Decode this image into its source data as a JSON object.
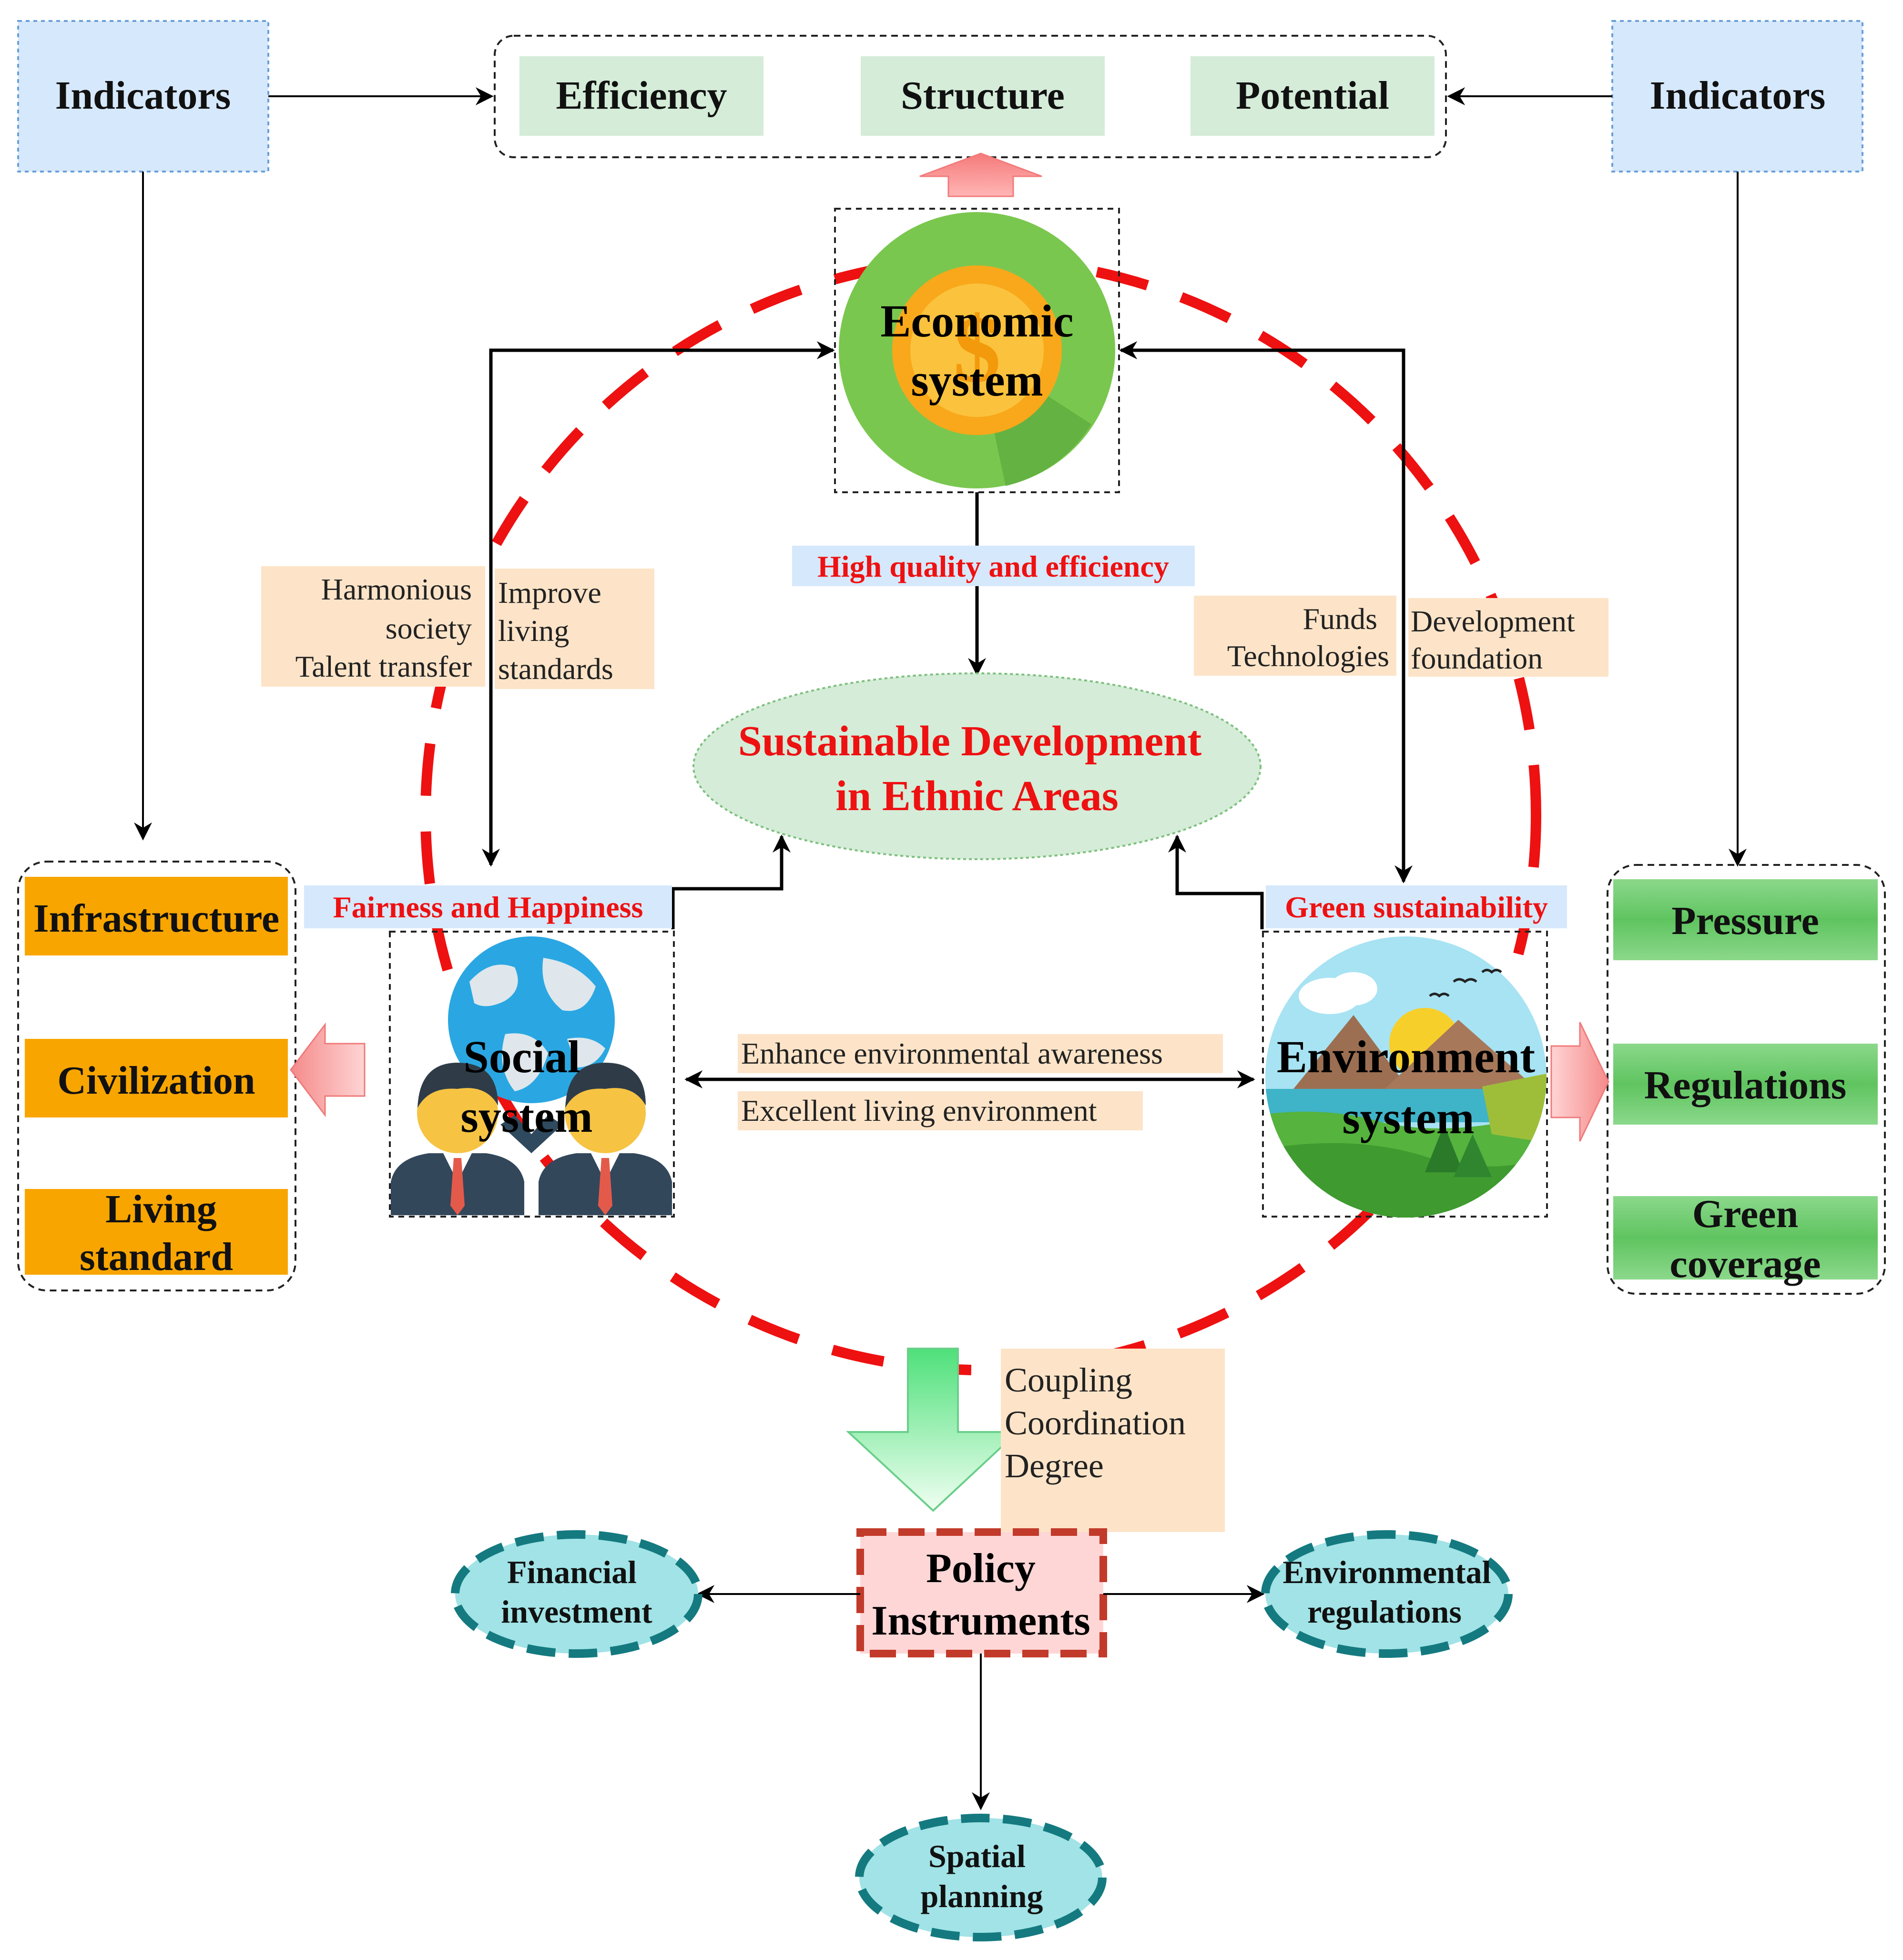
{
  "top": {
    "left_indicators": "Indicators",
    "right_indicators": "Indicators",
    "economic_indicators": [
      "Efficiency",
      "Structure",
      "Potential"
    ]
  },
  "economic": {
    "line1": "Economic",
    "line2": "system",
    "icon": "dollar-coin-icon",
    "output_label": "High quality and  efficiency"
  },
  "center": {
    "line1": "Sustainable Development",
    "line2": "in Ethnic Areas"
  },
  "social": {
    "line1": "Social",
    "line2": "system",
    "icon": "globe-people-icon",
    "output_label": "Fairness and Happiness",
    "indicators": [
      "Infrastructure",
      "Civilization",
      "Living",
      "standard"
    ]
  },
  "environment": {
    "line1": "Environment",
    "line2": "system",
    "icon": "landscape-icon",
    "output_label": "Green sustainability",
    "indicators": [
      "Pressure",
      "Regulations",
      "Green",
      "coverage"
    ]
  },
  "notes": {
    "social_to_econ": [
      "Harmonious",
      "society",
      "Talent transfer"
    ],
    "econ_to_social": [
      "Improve",
      "living",
      "standards"
    ],
    "env_to_econ": [
      "Funds",
      "Technologies"
    ],
    "econ_to_env": [
      "Development",
      "foundation"
    ],
    "social_env": [
      "Enhance environmental awareness",
      "Excellent living environment"
    ],
    "ccd": [
      "Coupling",
      "Coordination",
      "Degree"
    ]
  },
  "policy": {
    "line1": "Policy",
    "line2": "Instruments",
    "outputs": [
      "Financial",
      "investment",
      "Environmental",
      "regulations",
      "Spatial",
      "planning"
    ]
  },
  "colors": {
    "red_dash": "#ee1111",
    "indicator_blue": "#d6e8fb",
    "econ_green": "#d4ecd8",
    "note_peach": "#fde4c8",
    "orange": "#f8a500",
    "env_green": "#6cc76c",
    "teal": "#a1e3e6",
    "teal_border": "#147a80"
  }
}
